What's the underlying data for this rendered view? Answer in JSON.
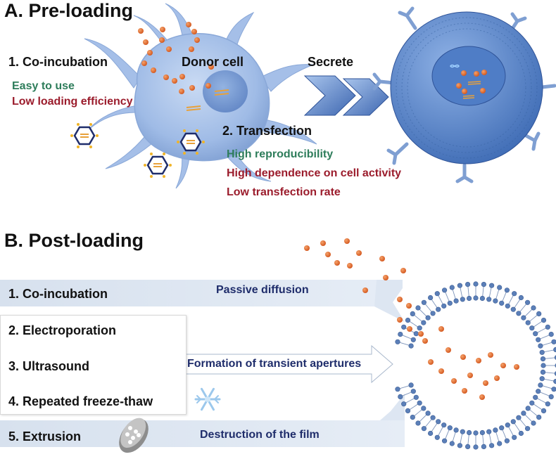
{
  "pre_loading": {
    "title": "A.  Pre-loading",
    "co_incubation": {
      "label": "1.  Co-incubation",
      "pro": "Easy to use",
      "con": "Low loading efficiency"
    },
    "donor_cell_label": "Donor cell",
    "secrete_label": "Secrete",
    "transfection": {
      "label": "2.  Transfection",
      "pro": "High reproducibility",
      "con1": "High dependence on cell activity",
      "con2": "Low transfection rate"
    }
  },
  "post_loading": {
    "title": "B.  Post-loading",
    "methods": [
      {
        "label": "1.  Co-incubation"
      },
      {
        "label": "2.  Electroporation"
      },
      {
        "label": "3.  Ultrasound"
      },
      {
        "label": "4.  Repeated freeze-thaw"
      },
      {
        "label": "5.  Extrusion"
      }
    ],
    "arrows": {
      "passive": "Passive diffusion",
      "apertures": "Formation of transient apertures",
      "destruction": "Destruction of the film"
    }
  },
  "colors": {
    "good": "#2e7d5b",
    "bad": "#9b1c2c",
    "arrow_text": "#1f2d6b",
    "cell": "#a9c2e8",
    "particle": "#e0702e",
    "membrane": "#5b7fb8"
  },
  "icons": [
    "lightning-icon",
    "ultrasound-waves-icon",
    "snowflake-icon",
    "extrusion-filter-icon",
    "virus-vector-icon"
  ]
}
